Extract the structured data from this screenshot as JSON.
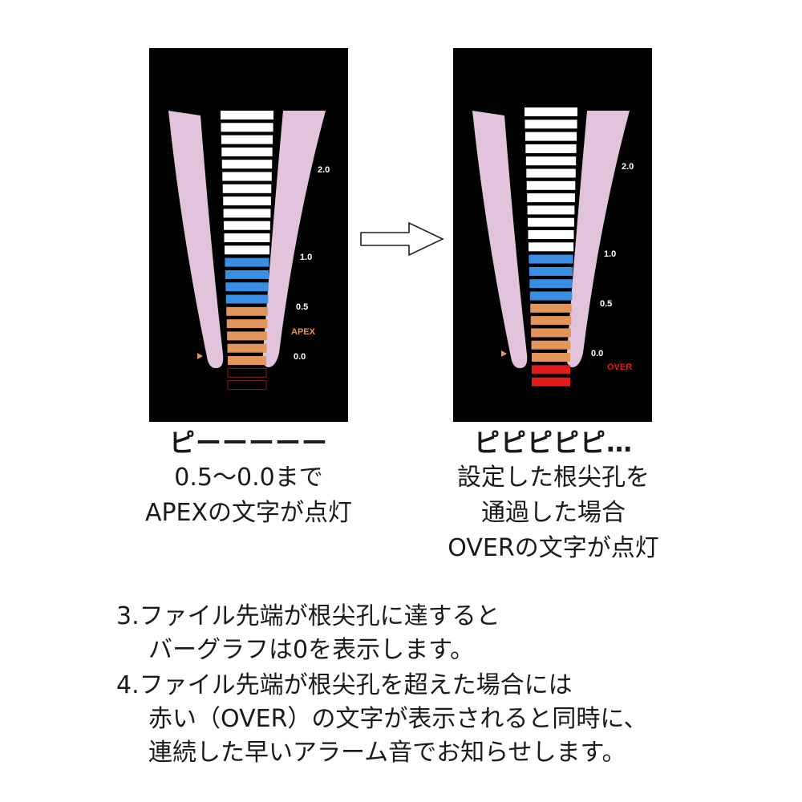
{
  "colors": {
    "background": "#000000",
    "tube": "#e2c3dc",
    "bar_white": "#ffffff",
    "bar_blue": "#3a8ee3",
    "bar_orange": "#e2955a",
    "bar_red": "#e01b1b",
    "bar_dim_outline": "#6b1a1a",
    "label": "#ffffff",
    "apex_text": "#e2955a",
    "over_text": "#e01b1b",
    "marker": "#e2955a"
  },
  "meter_left": {
    "scale_labels": [
      "2.0",
      "1.0",
      "0.5",
      "0.0"
    ],
    "status_text": "APEX",
    "bars_white": 12,
    "bars_blue": 4,
    "bars_orange": 5,
    "bars_below": 2,
    "below_state": "off",
    "marker_icon": "triangle-right-icon"
  },
  "meter_right": {
    "scale_labels": [
      "2.0",
      "1.0",
      "0.5",
      "0.0"
    ],
    "status_text": "OVER",
    "bars_white": 12,
    "bars_blue": 4,
    "bars_orange": 5,
    "bars_below": 2,
    "below_state": "on",
    "marker_icon": "triangle-right-icon"
  },
  "caption_left": {
    "title": "ピーーーーー",
    "lines": [
      "0.5〜0.0まで",
      "APEXの文字が点灯"
    ]
  },
  "caption_right": {
    "title": "ピピピピピ…",
    "lines": [
      "設定した根尖孔を",
      "通過した場合",
      "OVERの文字が点灯"
    ]
  },
  "notes": [
    {
      "number": "3.",
      "lines": [
        "ファイル先端が根尖孔に達すると",
        "バーグラフは0を表示します。"
      ]
    },
    {
      "number": "4.",
      "lines": [
        "ファイル先端が根尖孔を超えた場合には",
        "赤い（OVER）の文字が表示されると同時に、",
        "連続した早いアラーム音でお知らせします。"
      ]
    }
  ]
}
